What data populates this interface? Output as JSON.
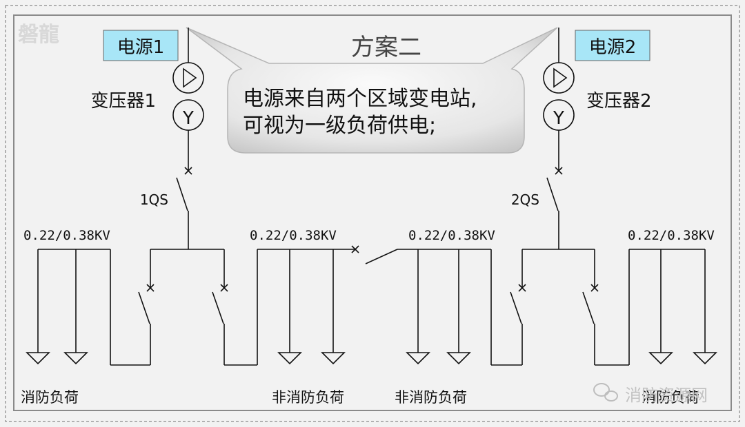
{
  "watermark_top": "磐龍",
  "title": "方案二",
  "source1": {
    "label": "电源1"
  },
  "source2": {
    "label": "电源2"
  },
  "transformer1": {
    "label": "变压器1"
  },
  "transformer2": {
    "label": "变压器2"
  },
  "callout": {
    "line1": "电源来自两个区域变电站,",
    "line2": "可视为一级负荷供电;"
  },
  "switch1": {
    "label": "1QS"
  },
  "switch2": {
    "label": "2QS"
  },
  "voltages": [
    "0.22/0.38KV",
    "0.22/0.38KV",
    "0.22/0.38KV",
    "0.22/0.38KV"
  ],
  "loads": [
    "消防负荷",
    "非消防负荷",
    "非消防负荷",
    "消防负荷"
  ],
  "brand_watermark": "消防资源网",
  "colors": {
    "label_box": "#a8e6f7",
    "background": "#f2f2f2",
    "border": "#9a9a9a",
    "callout_fill": "#e2e2e2"
  }
}
